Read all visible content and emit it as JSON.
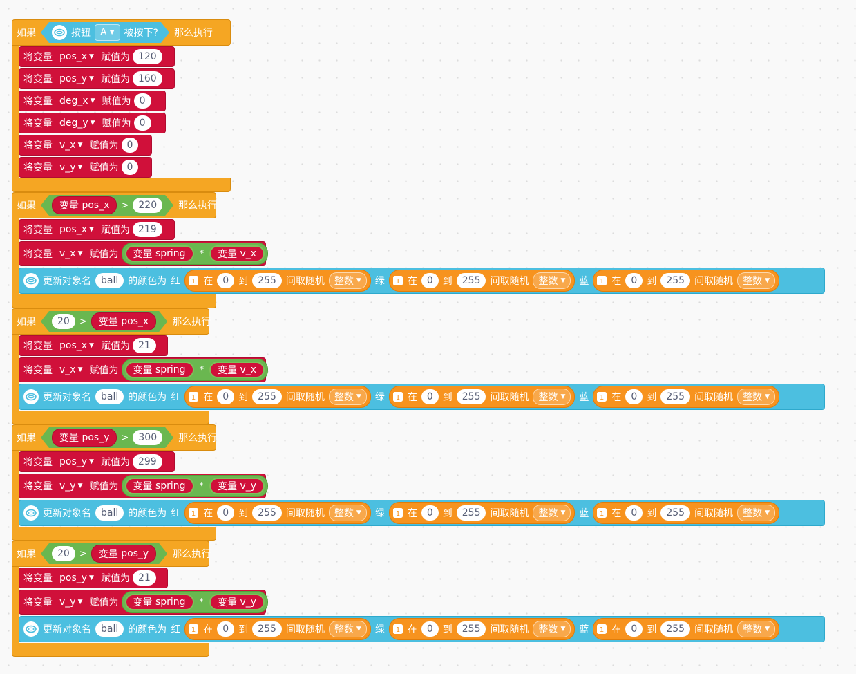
{
  "labels": {
    "if": "如果",
    "then": "那么执行",
    "set_var": "将变量",
    "assign": "赋值为",
    "variable": "变量",
    "update_obj": "更新对象名",
    "color_is": "的颜色为",
    "red": "红",
    "green": "绿",
    "blue": "蓝",
    "at": "在",
    "to": "到",
    "rand_between": "间取随机",
    "int": "整数",
    "button": "按钮",
    "pressed": "被按下?"
  },
  "block1": {
    "button_value": "A",
    "statements": [
      {
        "var": "pos_x",
        "value": "120"
      },
      {
        "var": "pos_y",
        "value": "160"
      },
      {
        "var": "deg_x",
        "value": "0"
      },
      {
        "var": "deg_y",
        "value": "0"
      },
      {
        "var": "v_x",
        "value": "0"
      },
      {
        "var": "v_y",
        "value": "0"
      }
    ]
  },
  "blocks": [
    {
      "cond_left_var": "pos_x",
      "op": ">",
      "cond_right": "220",
      "set_var": "pos_x",
      "set_value": "219",
      "mul_var_a": "spring",
      "mul_op": "*",
      "mul_var_b": "v_x",
      "target_var": "v_x",
      "obj": "ball",
      "min": "0",
      "max": "255"
    },
    {
      "cond_left": "20",
      "op": ">",
      "cond_right_var": "pos_x",
      "set_var": "pos_x",
      "set_value": "21",
      "mul_var_a": "spring",
      "mul_op": "*",
      "mul_var_b": "v_x",
      "target_var": "v_x",
      "obj": "ball",
      "min": "0",
      "max": "255"
    },
    {
      "cond_left_var": "pos_y",
      "op": ">",
      "cond_right": "300",
      "set_var": "pos_y",
      "set_value": "299",
      "mul_var_a": "spring",
      "mul_op": "*",
      "mul_var_b": "v_y",
      "target_var": "v_y",
      "obj": "ball",
      "min": "0",
      "max": "255"
    },
    {
      "cond_left": "20",
      "op": ">",
      "cond_right_var": "pos_y",
      "set_var": "pos_y",
      "set_value": "21",
      "mul_var_a": "spring",
      "mul_op": "*",
      "mul_var_b": "v_y",
      "target_var": "v_y",
      "obj": "ball",
      "min": "0",
      "max": "255"
    }
  ],
  "colors": {
    "control": "#f5a623",
    "variable": "#d0103a",
    "operator": "#6ab750",
    "object": "#4cbfe0",
    "random": "#f7931e"
  },
  "icons": {
    "sensor": "hoop-icon",
    "random": "square-number-icon"
  }
}
